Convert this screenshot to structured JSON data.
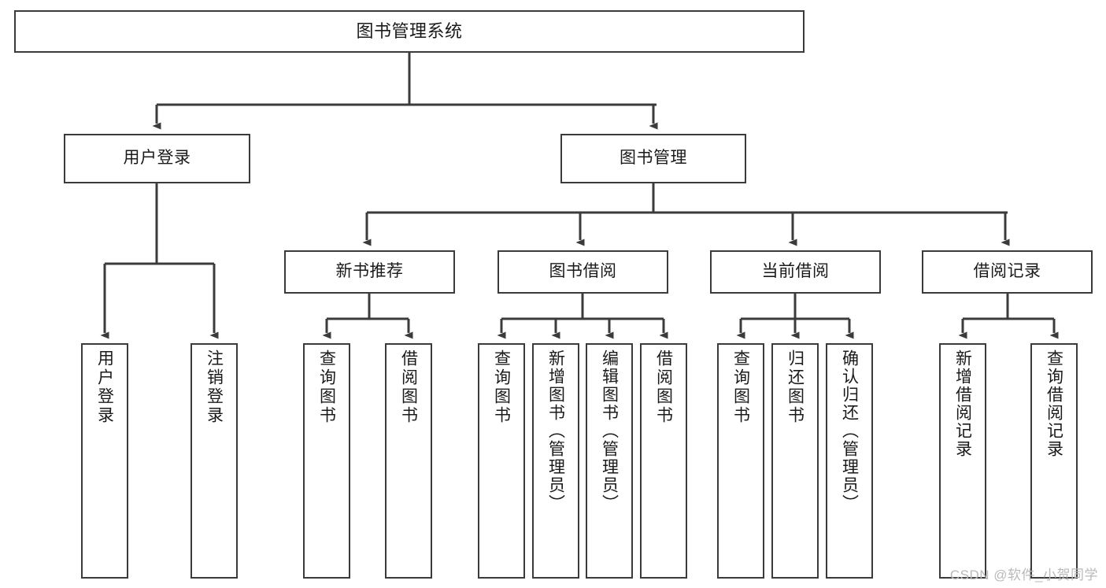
{
  "diagram": {
    "type": "tree",
    "title": "图书管理系统",
    "root": {
      "id": "root",
      "label": "图书管理系统"
    },
    "level2": [
      {
        "id": "user-login",
        "label": "用户登录"
      },
      {
        "id": "book-manage",
        "label": "图书管理"
      }
    ],
    "level3": [
      {
        "id": "new-book-recommend",
        "label": "新书推荐"
      },
      {
        "id": "book-borrow",
        "label": "图书借阅"
      },
      {
        "id": "current-borrow",
        "label": "当前借阅"
      },
      {
        "id": "borrow-record",
        "label": "借阅记录"
      }
    ],
    "leaves": [
      {
        "id": "leaf-user-login",
        "label": "用户登录",
        "parent": "user-login"
      },
      {
        "id": "leaf-logout-login",
        "label": "注销登录",
        "parent": "user-login"
      },
      {
        "id": "leaf-query-book-1",
        "label": "查询图书",
        "parent": "new-book-recommend"
      },
      {
        "id": "leaf-borrow-book-1",
        "label": "借阅图书",
        "parent": "new-book-recommend"
      },
      {
        "id": "leaf-query-book-2",
        "label": "查询图书",
        "parent": "book-borrow"
      },
      {
        "id": "leaf-add-book",
        "label": "新增图书（管理员）",
        "parent": "book-borrow"
      },
      {
        "id": "leaf-edit-book",
        "label": "编辑图书（管理员）",
        "parent": "book-borrow"
      },
      {
        "id": "leaf-borrow-book-2",
        "label": "借阅图书",
        "parent": "book-borrow"
      },
      {
        "id": "leaf-query-book-3",
        "label": "查询图书",
        "parent": "current-borrow"
      },
      {
        "id": "leaf-return-book",
        "label": "归还图书",
        "parent": "current-borrow"
      },
      {
        "id": "leaf-confirm-return",
        "label": "确认归还（管理员）",
        "parent": "current-borrow"
      },
      {
        "id": "leaf-add-record",
        "label": "新增借阅记录",
        "parent": "borrow-record"
      },
      {
        "id": "leaf-query-record",
        "label": "查询借阅记录",
        "parent": "borrow-record"
      }
    ]
  },
  "watermark": {
    "text": "CSDN @软件_小贺同学"
  },
  "colors": {
    "stroke": "#3b3b3b",
    "background": "#ffffff",
    "text": "#1a1a1a",
    "watermark": "#b9b9b9"
  }
}
